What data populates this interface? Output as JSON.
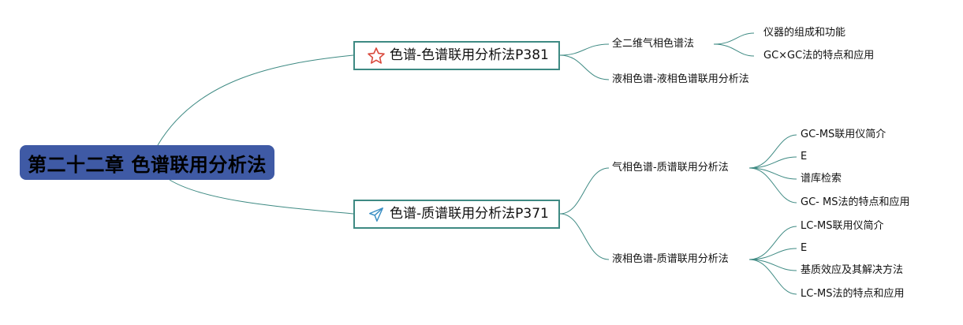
{
  "root": {
    "label": "第二十二章 色谱联用分析法"
  },
  "branches": [
    {
      "label": "色谱-色谱联用分析法P381",
      "icon": "star-icon",
      "icon_color": "#d9483b",
      "children": [
        {
          "label": "全二维气相色谱法",
          "children": [
            {
              "label": "仪器的组成和功能"
            },
            {
              "label": "GC×GC法的特点和应用"
            }
          ]
        },
        {
          "label": "液相色谱-液相色谱联用分析法"
        }
      ]
    },
    {
      "label": "色谱-质谱联用分析法P371",
      "icon": "paper-plane-icon",
      "icon_color": "#3a8fc4",
      "children": [
        {
          "label": "气相色谱-质谱联用分析法",
          "children": [
            {
              "label": "GC-MS联用仪简介"
            },
            {
              "label": "E"
            },
            {
              "label": "谱库检索"
            },
            {
              "label": "GC- MS法的特点和应用"
            }
          ]
        },
        {
          "label": "液相色谱-质谱联用分析法",
          "children": [
            {
              "label": "LC-MS联用仪简介"
            },
            {
              "label": "E"
            },
            {
              "label": "基质效应及其解决方法"
            },
            {
              "label": "LC-MS法的特点和应用"
            }
          ]
        }
      ]
    }
  ],
  "colors": {
    "root_fill": "#3f5aa5",
    "branch_border": "#3e8a83",
    "connector": "#3e8a83"
  }
}
